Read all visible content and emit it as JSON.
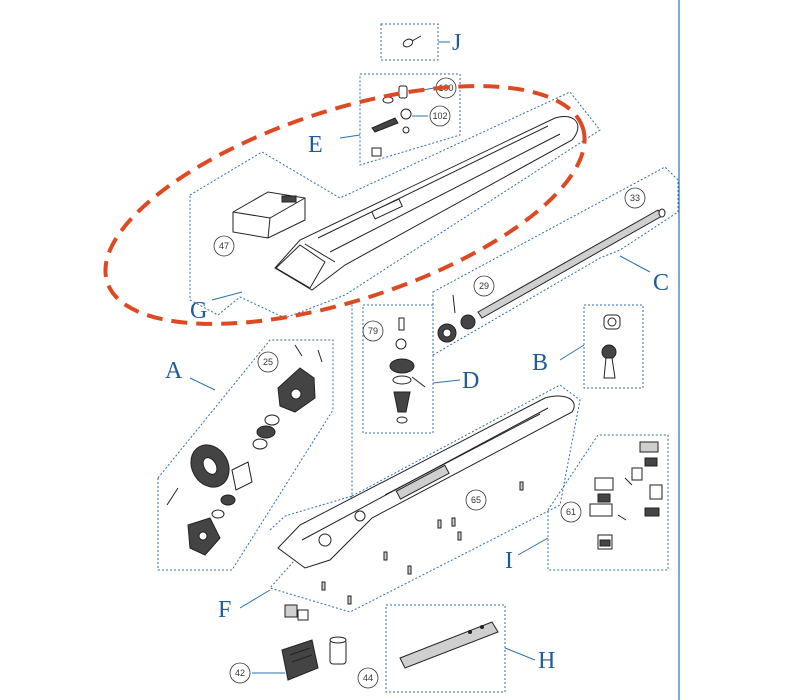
{
  "groups": {
    "A": "A",
    "B": "B",
    "C": "C",
    "D": "D",
    "E": "E",
    "F": "F",
    "G": "G",
    "H": "H",
    "I": "I",
    "J": "J"
  },
  "parts": {
    "p100": "100",
    "p102": "102",
    "p47": "47",
    "p33": "33",
    "p29": "29",
    "p79": "79",
    "p25": "25",
    "p65": "65",
    "p61": "61",
    "p42": "42",
    "p44": "44"
  },
  "colors": {
    "group_label": "#1f5a9c",
    "zone_border": "#2e6fb0",
    "highlight": "#dd4a22",
    "page_frame": "#2e6fb0"
  },
  "icons": {
    "highlight": "dashed-ellipse",
    "zones": "dotted-outline"
  }
}
